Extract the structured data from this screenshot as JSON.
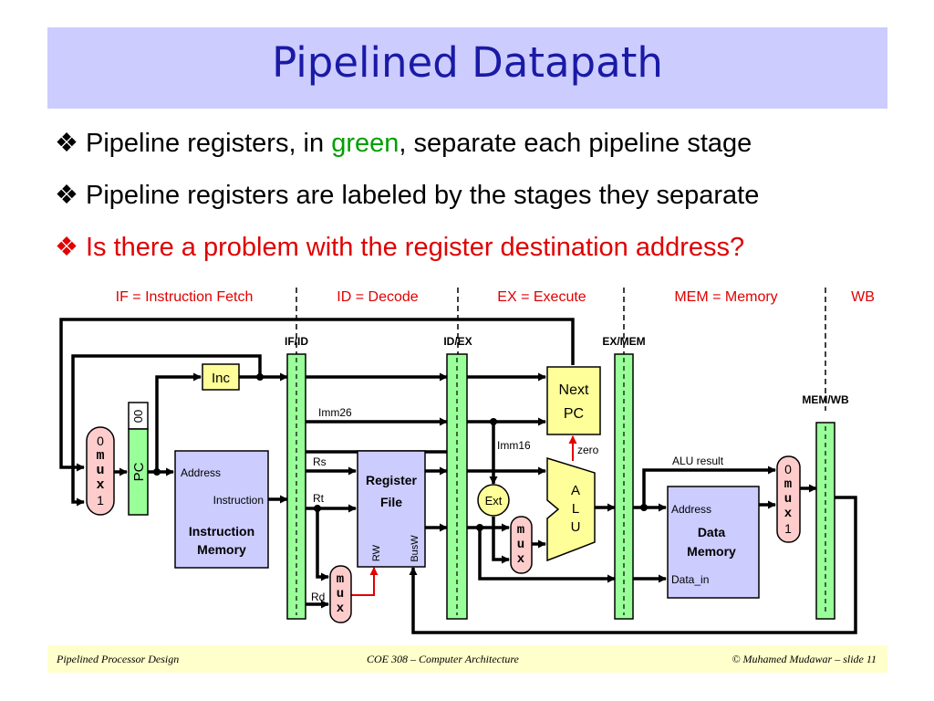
{
  "title": "Pipelined Datapath",
  "bullets": [
    {
      "before": "Pipeline registers, in ",
      "highlight": "green",
      "after": ", separate each pipeline stage"
    },
    {
      "text": "Pipeline registers are labeled by the stages they separate"
    },
    {
      "text": "Is there a problem with the register destination address?"
    }
  ],
  "bullet_glyph": "❖",
  "stages": [
    "IF = Instruction Fetch",
    "ID = Decode",
    "EX = Execute",
    "MEM = Memory",
    "WB"
  ],
  "pipeline_registers": [
    "IF/ID",
    "ID/EX",
    "EX/MEM",
    "MEM/WB"
  ],
  "blocks": {
    "inc": "Inc",
    "pc": "PC",
    "pc_bits": "00",
    "mux_letters": [
      "m",
      "u",
      "x"
    ],
    "mux_zero": "0",
    "mux_one": "1",
    "instr_mem_address": "Address",
    "instr_mem_instruction": "Instruction",
    "instr_mem_title_1": "Instruction",
    "instr_mem_title_2": "Memory",
    "reg_file_title_1": "Register",
    "reg_file_title_2": "File",
    "rw": "RW",
    "busw": "BusW",
    "next_pc_1": "Next",
    "next_pc_2": "PC",
    "ext": "Ext",
    "alu": [
      "A",
      "L",
      "U"
    ],
    "data_mem_address": "Address",
    "data_mem_title_1": "Data",
    "data_mem_title_2": "Memory",
    "data_in": "Data_in"
  },
  "signals": {
    "imm26": "Imm26",
    "imm16": "Imm16",
    "rs": "Rs",
    "rt": "Rt",
    "rd": "Rd",
    "zero": "zero",
    "alu_result": "ALU result"
  },
  "footer": {
    "left": "Pipelined Processor Design",
    "center": "COE 308 – Computer Architecture",
    "right": "© Muhamed Mudawar – slide 11"
  },
  "colors": {
    "title_bg": "#ccccff",
    "title_text": "#1a1aa6",
    "pipeline_register": "#99ff99",
    "mux": "#ffcccc",
    "memory_block": "#ccccff",
    "inc_block": "#ffff99",
    "alu_block": "#ffff99",
    "stage_labels": "#e00000",
    "footer_bg": "#ffffcc"
  }
}
